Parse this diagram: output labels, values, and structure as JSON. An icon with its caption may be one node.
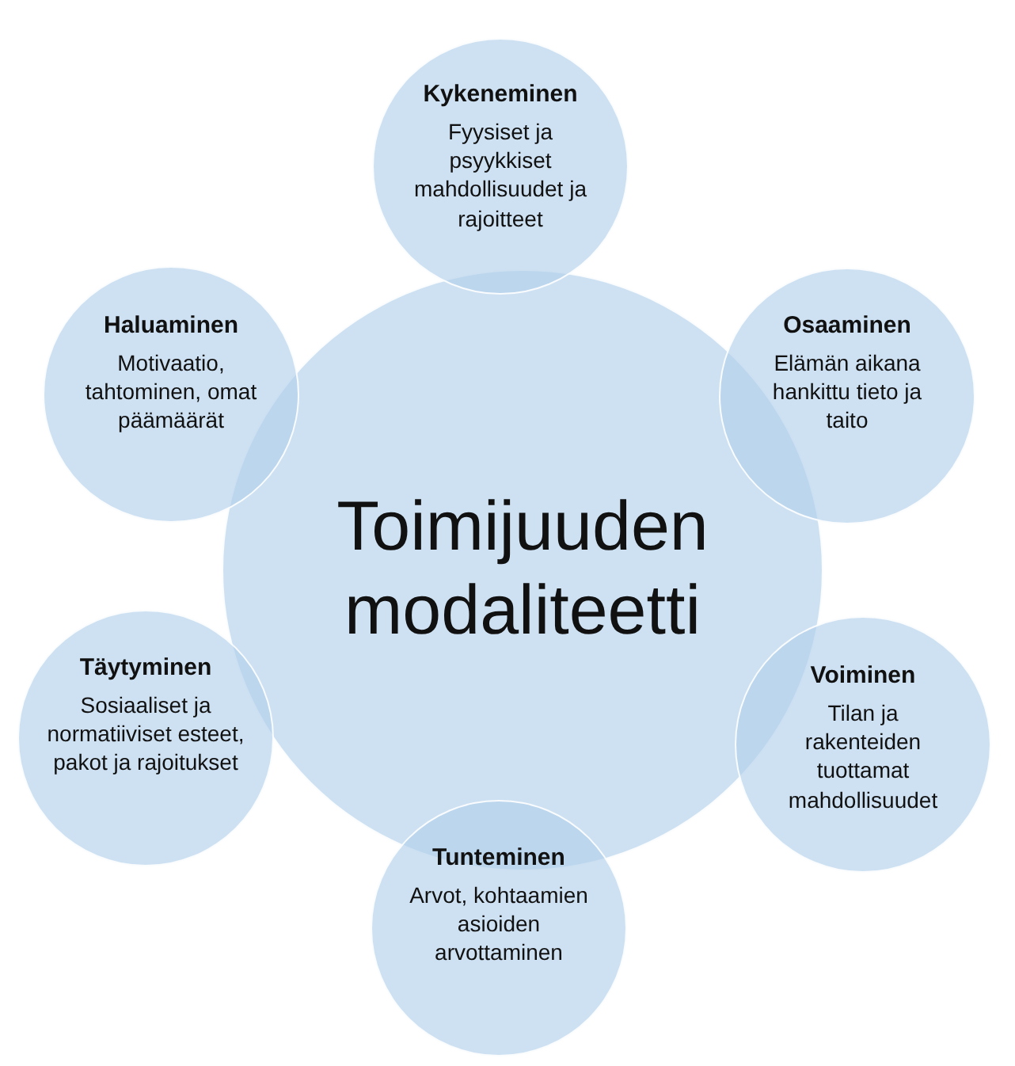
{
  "diagram": {
    "nodes": [
      {
        "text": [
          "Toimijuuden modaliteetti"
        ]
      },
      {
        "text": [
          "Kykeneminen",
          "Fyysiset ja psyykkiset mahdollisuudet ja rajoitteet"
        ]
      },
      {
        "text": [
          "Osaaminen",
          "Elämän aikana hankittu tieto ja taito"
        ]
      },
      {
        "text": [
          "Voiminen",
          "Tilan ja rakenteiden tuottamat mahdollisuudet"
        ]
      },
      {
        "text": [
          "Tunteminen",
          "Arvot, kohtaamien asioiden arvottaminen"
        ]
      },
      {
        "text": [
          "Täytyminen",
          "Sosiaaliset ja normatiiviset esteet, pakot ja rajoitukset"
        ]
      },
      {
        "text": [
          "Haluaminen",
          "Motivaatio, tahtominen, omat päämäärät"
        ]
      }
    ]
  }
}
